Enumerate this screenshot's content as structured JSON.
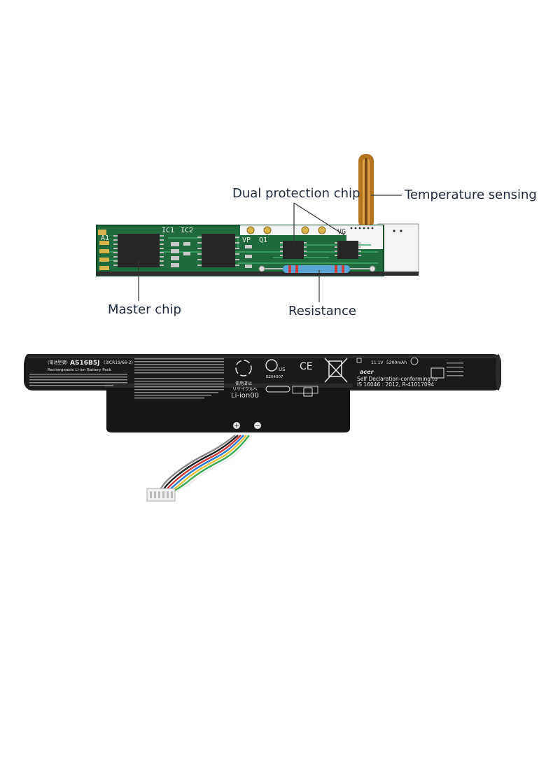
{
  "callouts": {
    "dual_protection_chip": "Dual protection chip",
    "temperature_sensing": "Temperature sensing",
    "master_chip": "Master chip",
    "resistance": "Resistance"
  },
  "pcb_silkscreen": {
    "ic1": "IC1",
    "ic2": "IC2",
    "a1": "A1",
    "vp": "VP",
    "q1": "Q1",
    "vg": "VG"
  },
  "battery_label": {
    "model": "AS16B5J",
    "model_suffix": "(3ICR19/66-2)",
    "model_prefix": "(電池型號)",
    "pack_type": "Rechargeable Li-ion Battery Pack",
    "recycle_text_jp": "使用済は",
    "recycle_text_jp2": "リサイクルへ",
    "li_ion": "Li-ion00",
    "ul_code": "E204007",
    "acer_brand": "acer",
    "self_declaration": "Self Declaration-conforming to",
    "standard": "IS 16046 : 2012, R-41017094",
    "capacity": "5200mAh",
    "voltage": "11.1V",
    "ce_mark": "CE",
    "us_mark": "US",
    "plus": "+",
    "minus": "−"
  },
  "colors": {
    "pcb_green": "#1f6b3d",
    "pcb_dark": "#0f4a27",
    "battery_black": "#1a1a1a",
    "sensor_copper": "#c98a2a"
  }
}
